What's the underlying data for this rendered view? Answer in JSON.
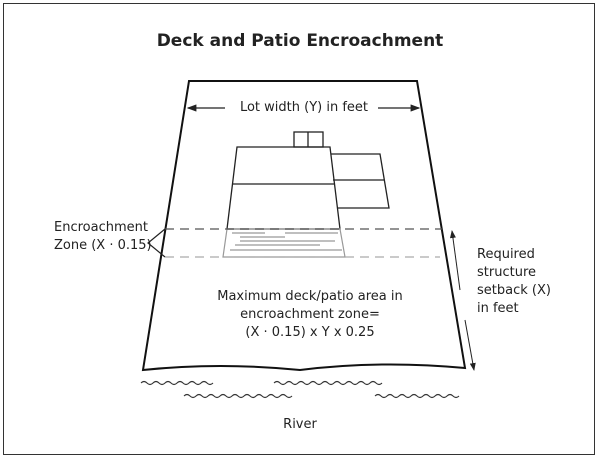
{
  "title": "Deck and Patio Encroachment",
  "lot_width_label": "Lot width (Y) in feet",
  "encroachment_label": [
    "Encroachment",
    "Zone (X · 0.15)"
  ],
  "setback_label": [
    "Required",
    "structure",
    "setback (X)",
    "in feet"
  ],
  "formula_label": [
    "Maximum deck/patio area in",
    "encroachment zone=",
    "(X · 0.15) x Y x 0.25"
  ],
  "river_label": "River"
}
